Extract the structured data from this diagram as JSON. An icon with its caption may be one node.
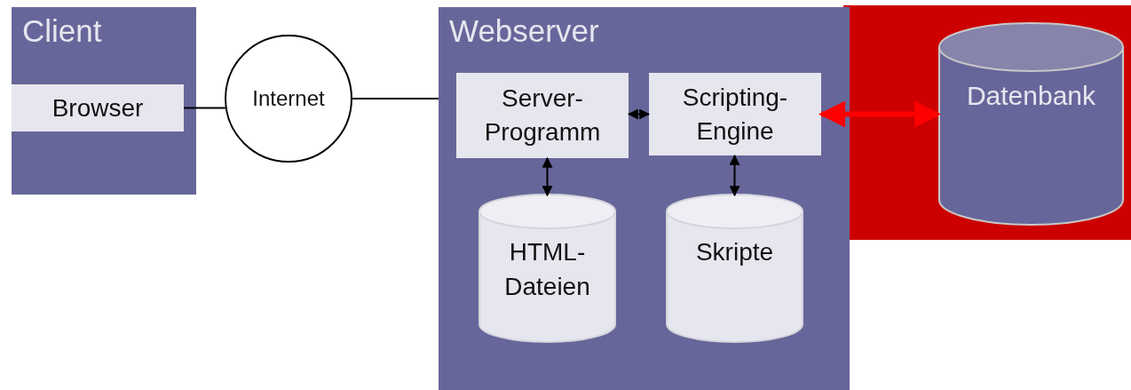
{
  "diagram": {
    "nodes": [
      {
        "text": [
          "Client"
        ]
      },
      {
        "text": [
          "Browser"
        ],
        "in": 0
      },
      {
        "text": [
          "Internet"
        ]
      },
      {
        "text": [
          "Webserver"
        ]
      },
      {
        "text": [
          "Server-Programm"
        ],
        "in": 3
      },
      {
        "text": [
          "Scripting-Engine"
        ],
        "in": 3
      },
      {
        "text": [
          "HTML-Dateien"
        ],
        "in": 3
      },
      {
        "text": [
          "Skripte"
        ],
        "in": 3
      },
      {
        "text": [],
        "shape": "box"
      },
      {
        "text": [
          "Datenbank"
        ],
        "in": 8
      }
    ],
    "edges": [
      {
        "from": 1,
        "to": 2,
        "arrow": "none"
      },
      {
        "from": 2,
        "to": 3,
        "arrow": "none"
      },
      {
        "from": 4,
        "to": 5,
        "arrow": "both"
      },
      {
        "from": 4,
        "to": 6,
        "arrow": "both"
      },
      {
        "from": 5,
        "to": 7,
        "arrow": "both"
      },
      {
        "from": 5,
        "to": 9,
        "arrow": "both",
        "style": "thick",
        "color": "#ff0000"
      }
    ]
  }
}
